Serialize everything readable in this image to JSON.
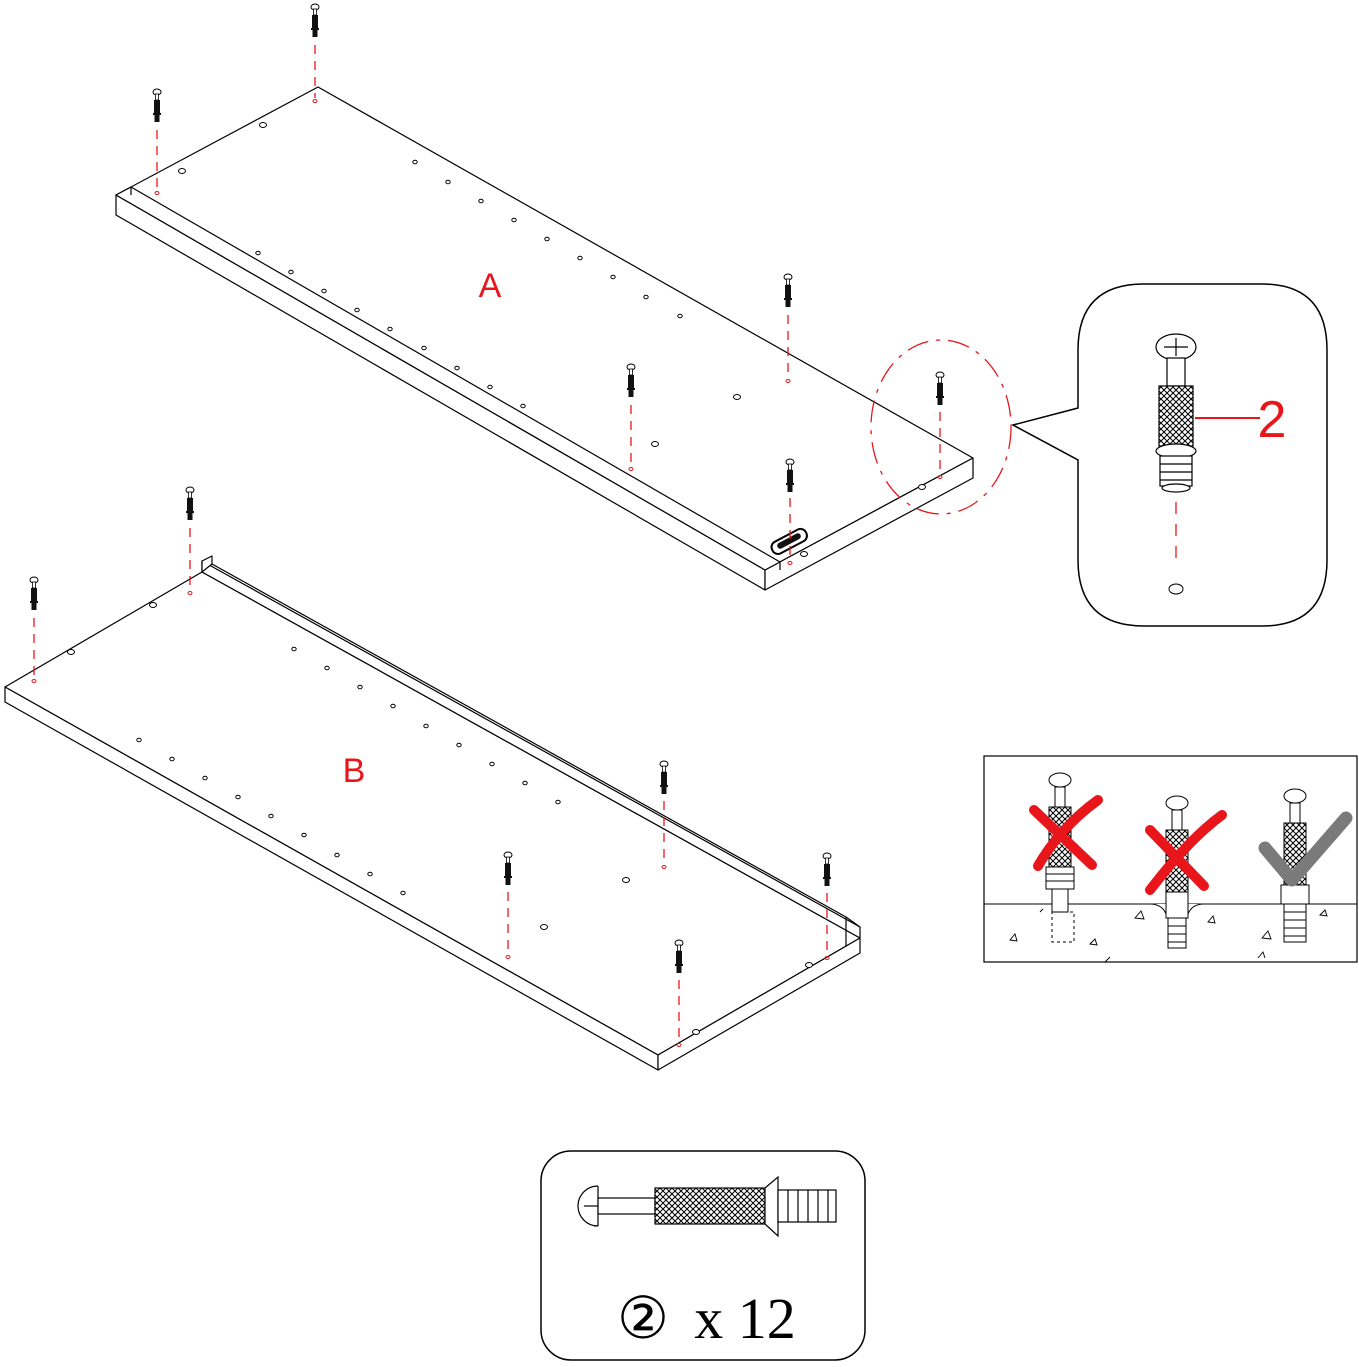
{
  "panels": [
    {
      "label": "A"
    },
    {
      "label": "B"
    }
  ],
  "callout": {
    "part_number": "2"
  },
  "parts_box": {
    "circled_number": "②",
    "quantity_text": "x 12"
  },
  "colors": {
    "accent": "#e8161b",
    "ok_check": "#7a7a7a",
    "line": "#000000"
  }
}
